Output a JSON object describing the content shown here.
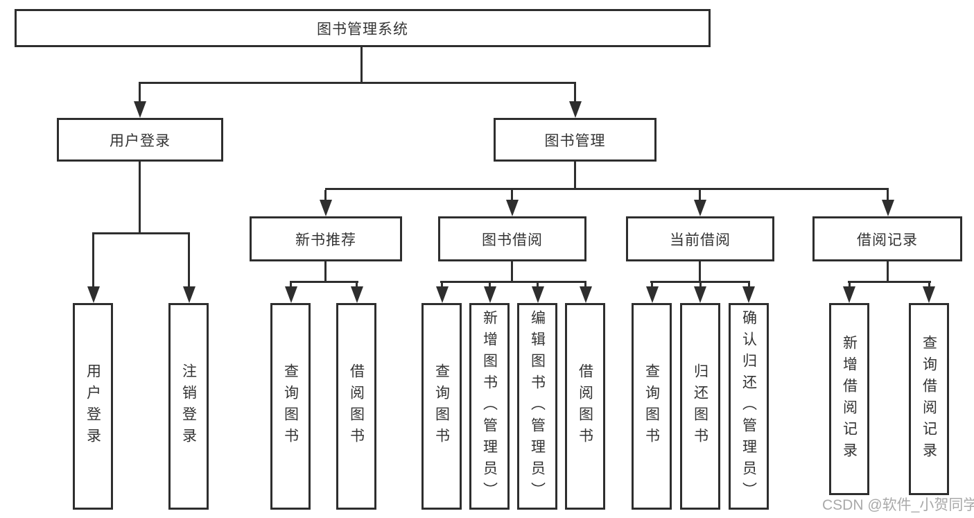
{
  "watermark": "CSDN @软件_小贺同学",
  "colors": {
    "line": "#2e2e2e",
    "text": "#333333",
    "watermark": "#a9a9a9",
    "background": "#ffffff"
  },
  "tree": {
    "root": "图书管理系统",
    "branches": [
      {
        "label": "用户登录",
        "children": [
          "用户登录",
          "注销登录"
        ]
      },
      {
        "label": "图书管理",
        "children": [
          {
            "label": "新书推荐",
            "children": [
              "查询图书",
              "借阅图书"
            ]
          },
          {
            "label": "图书借阅",
            "children": [
              "查询图书",
              "新增图书（管理员）",
              "编辑图书（管理员）",
              "借阅图书"
            ]
          },
          {
            "label": "当前借阅",
            "children": [
              "查询图书",
              "归还图书",
              "确认归还（管理员）"
            ]
          },
          {
            "label": "借阅记录",
            "children": [
              "新增借阅记录",
              "查询借阅记录"
            ]
          }
        ]
      }
    ]
  }
}
